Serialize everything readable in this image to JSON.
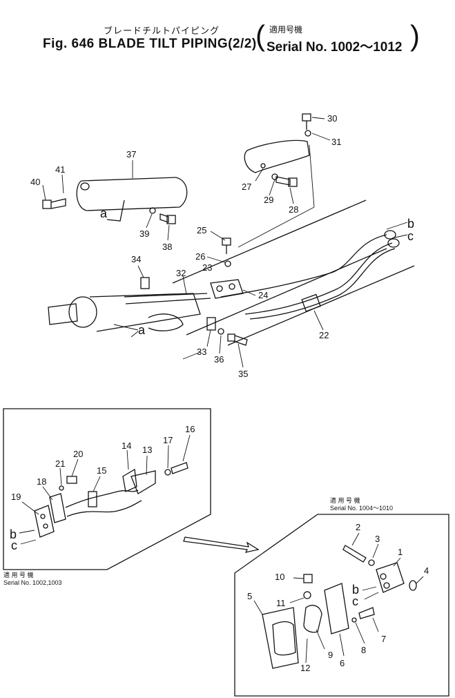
{
  "header": {
    "title_jp": "ブレードチルトパイピング",
    "title_en": "Fig. 646 BLADE TILT PIPING(2/2)",
    "serial_jp": "適用号機",
    "serial": "Serial No. 1002～1012"
  },
  "inset_left": {
    "note_jp": "適 用 号 機",
    "note_serial": "Serial No. 1002,1003"
  },
  "inset_right": {
    "note_jp": "適 用 号 機",
    "note_serial": "Serial No. 1004～1010"
  },
  "callouts_main": [
    "30",
    "31",
    "37",
    "41",
    "40",
    "27",
    "29",
    "28",
    "a",
    "39",
    "38",
    "25",
    "26",
    "23",
    "34",
    "32",
    "24",
    "a",
    "22",
    "33",
    "36",
    "35",
    "b",
    "c"
  ],
  "callouts_left": [
    "16",
    "17",
    "13",
    "14",
    "15",
    "20",
    "21",
    "18",
    "19",
    "b",
    "c"
  ],
  "callouts_right": [
    "2",
    "3",
    "1",
    "4",
    "10",
    "11",
    "5",
    "b",
    "c",
    "7",
    "8",
    "9",
    "12",
    "6"
  ]
}
